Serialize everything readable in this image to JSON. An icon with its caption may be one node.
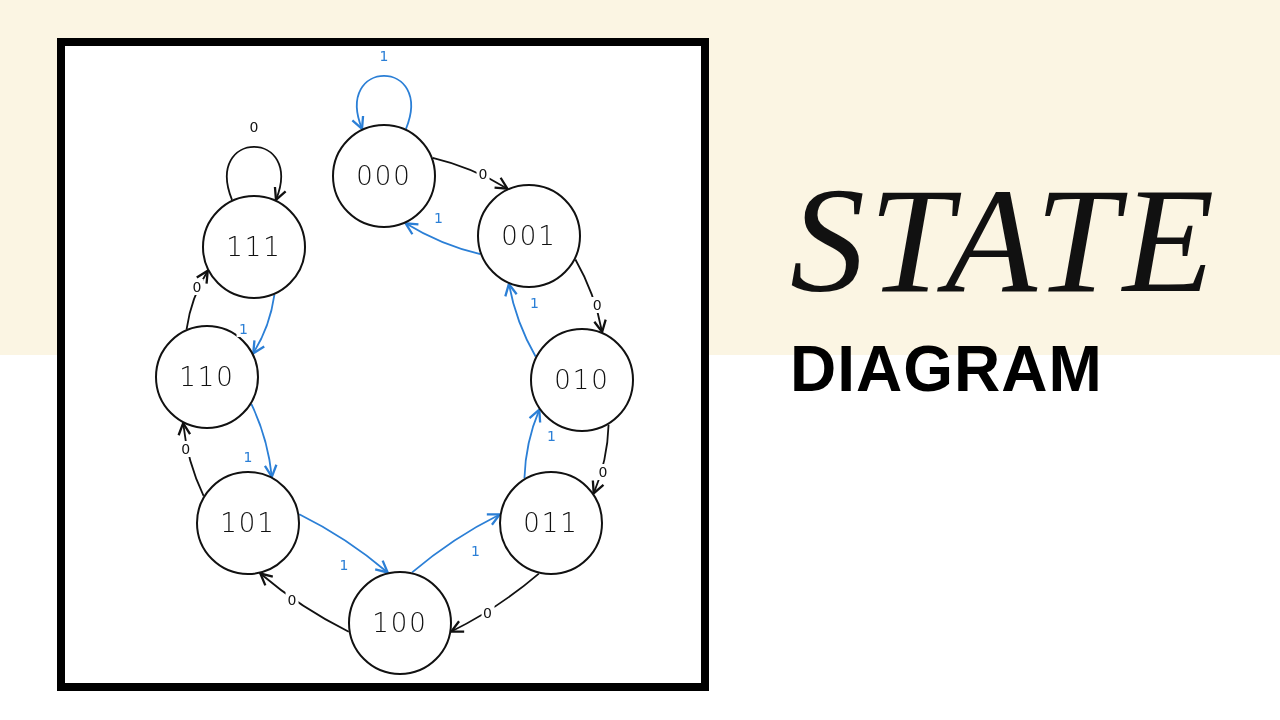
{
  "diagram": {
    "title": "*STATE* **DIAGRAM**",
    "nodes": [
      {
        "text": [
          "000"
        ]
      },
      {
        "text": [
          "001"
        ]
      },
      {
        "text": [
          "010"
        ]
      },
      {
        "text": [
          "011"
        ]
      },
      {
        "text": [
          "100"
        ]
      },
      {
        "text": [
          "101"
        ]
      },
      {
        "text": [
          "110"
        ]
      },
      {
        "text": [
          "111"
        ]
      }
    ],
    "edges": [
      {
        "from": 0,
        "to": 0,
        "arrow": "to",
        "label": "1",
        "color": "#2b7fd6"
      },
      {
        "from": 0,
        "to": 1,
        "arrow": "to",
        "label": "0",
        "color": "#111111"
      },
      {
        "from": 1,
        "to": 0,
        "arrow": "to",
        "label": "1",
        "color": "#2b7fd6"
      },
      {
        "from": 1,
        "to": 2,
        "arrow": "to",
        "label": "0",
        "color": "#111111"
      },
      {
        "from": 2,
        "to": 1,
        "arrow": "to",
        "label": "1",
        "color": "#2b7fd6"
      },
      {
        "from": 2,
        "to": 3,
        "arrow": "to",
        "label": "0",
        "color": "#111111"
      },
      {
        "from": 3,
        "to": 2,
        "arrow": "to",
        "label": "1",
        "color": "#2b7fd6"
      },
      {
        "from": 3,
        "to": 4,
        "arrow": "to",
        "label": "0",
        "color": "#111111"
      },
      {
        "from": 4,
        "to": 3,
        "arrow": "to",
        "label": "1",
        "color": "#2b7fd6"
      },
      {
        "from": 4,
        "to": 5,
        "arrow": "to",
        "label": "0",
        "color": "#111111"
      },
      {
        "from": 5,
        "to": 4,
        "arrow": "to",
        "label": "1",
        "color": "#2b7fd6"
      },
      {
        "from": 5,
        "to": 6,
        "arrow": "to",
        "label": "0",
        "color": "#111111"
      },
      {
        "from": 6,
        "to": 5,
        "arrow": "to",
        "label": "1",
        "color": "#2b7fd6"
      },
      {
        "from": 6,
        "to": 7,
        "arrow": "to",
        "label": "0",
        "color": "#111111"
      },
      {
        "from": 7,
        "to": 6,
        "arrow": "to",
        "label": "1",
        "color": "#2b7fd6"
      },
      {
        "from": 7,
        "to": 7,
        "arrow": "to",
        "label": "0",
        "color": "#111111"
      }
    ]
  }
}
